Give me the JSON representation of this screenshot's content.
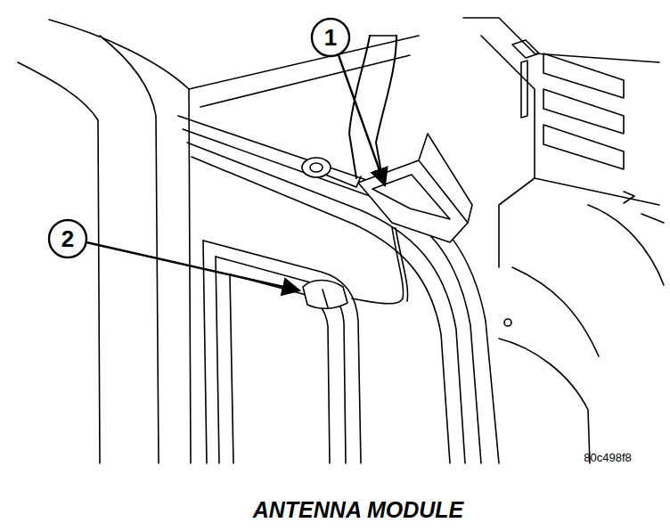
{
  "diagram": {
    "caption": "ANTENNA MODULE",
    "labels": [
      "1",
      "2",
      "80c498f8"
    ]
  }
}
